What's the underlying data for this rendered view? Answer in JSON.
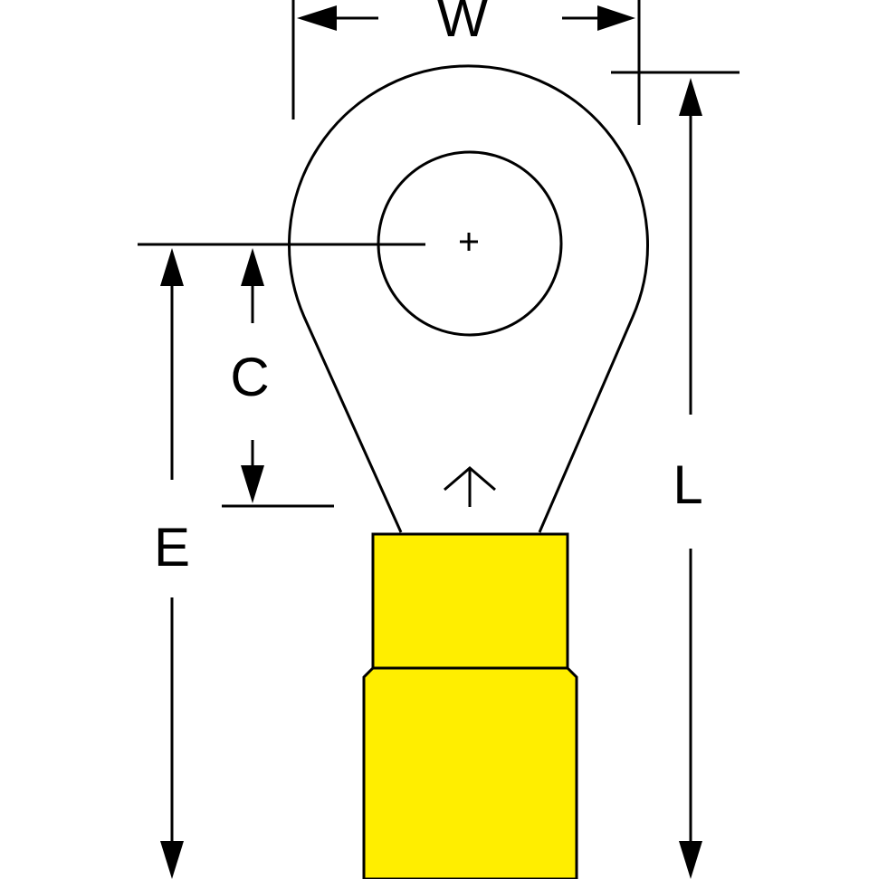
{
  "diagram": {
    "labels": {
      "width": "W",
      "length": "L",
      "center_to_end": "C",
      "overall_e": "E"
    },
    "colors": {
      "insulation": "#FFEE00",
      "outline": "#000000",
      "background": "#FFFFFF"
    }
  }
}
